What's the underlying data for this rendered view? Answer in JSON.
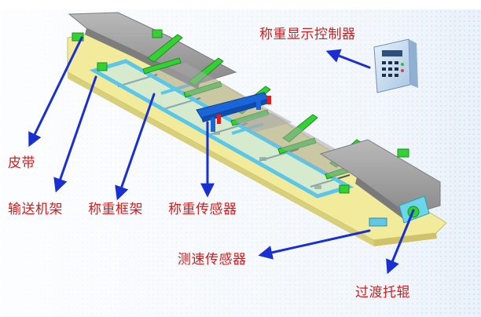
{
  "colors": {
    "label_text": "#d41c1c",
    "arrow": "#1a2fd0",
    "belt": "#9c9c9c",
    "frame_yellow": "#f2eb9c",
    "weigh_frame": "#7fd6f0",
    "idler_green": "#34d034",
    "sensor_blue": "#1a66d8",
    "controller": "#cfe3f5"
  },
  "labels": {
    "controller": "称重显示控制器",
    "belt": "皮带",
    "conveyor_frame": "输送机架",
    "weigh_frame": "称重框架",
    "load_cell": "称重传感器",
    "speed_sensor": "测速传感器",
    "transition_idler": "过渡托辊"
  }
}
